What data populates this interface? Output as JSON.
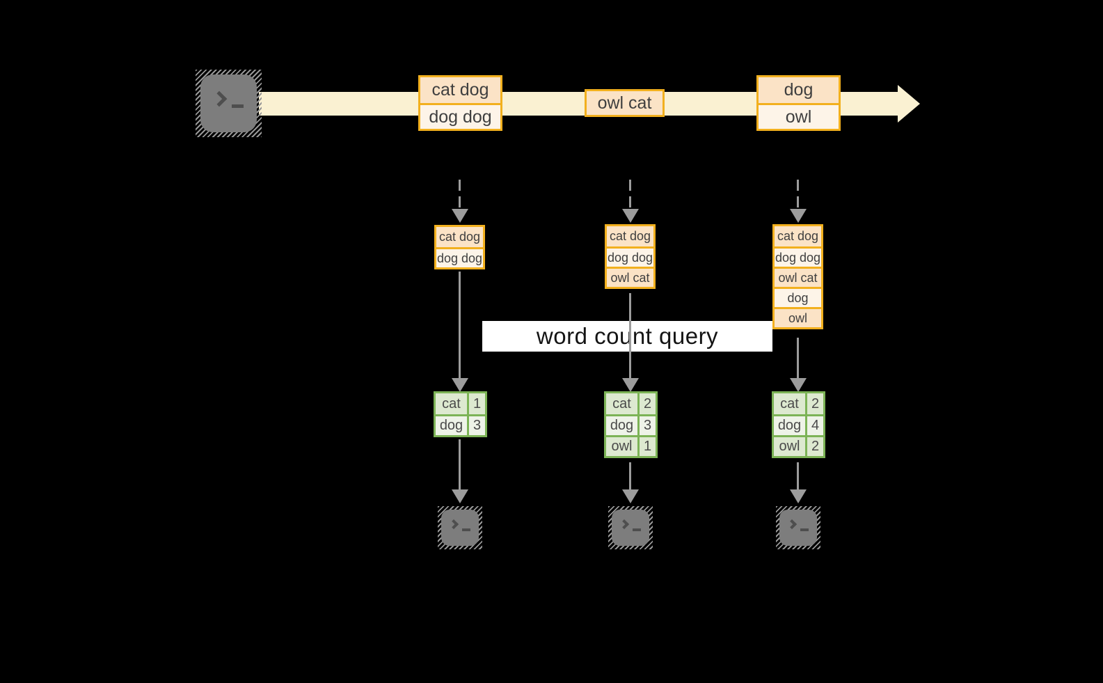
{
  "stream": {
    "messages": [
      {
        "records": [
          "cat dog",
          "dog dog"
        ]
      },
      {
        "records": [
          "owl cat"
        ]
      },
      {
        "records": [
          "dog",
          "owl"
        ]
      }
    ]
  },
  "query_label": "word count query",
  "columns": [
    {
      "accumulated": [
        "cat dog",
        "dog dog"
      ],
      "counts": [
        {
          "word": "cat",
          "value": "1"
        },
        {
          "word": "dog",
          "value": "3"
        }
      ]
    },
    {
      "accumulated": [
        "cat dog",
        "dog dog",
        "owl cat"
      ],
      "counts": [
        {
          "word": "cat",
          "value": "2"
        },
        {
          "word": "dog",
          "value": "3"
        },
        {
          "word": "owl",
          "value": "1"
        }
      ]
    },
    {
      "accumulated": [
        "cat dog",
        "dog dog",
        "owl cat",
        "dog",
        "owl"
      ],
      "counts": [
        {
          "word": "cat",
          "value": "2"
        },
        {
          "word": "dog",
          "value": "4"
        },
        {
          "word": "owl",
          "value": "2"
        }
      ]
    }
  ],
  "icons": {
    "terminal_prompt": ">_"
  },
  "colors": {
    "background": "#000000",
    "stream_band": "#faf1d2",
    "record_border": "#f2b01e",
    "record_fill_dark": "#fbe3c6",
    "record_fill_light": "#fdf4e8",
    "table_border": "#7cb356",
    "table_fill_dark": "#dde9d0",
    "table_fill_light": "#eef3e8",
    "arrow_gray": "#9c9c9c",
    "terminal_gray": "#7d7d7d",
    "label_background": "#ffffff"
  }
}
